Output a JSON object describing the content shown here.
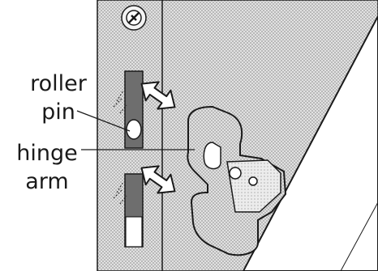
{
  "labels": {
    "roller_pin": [
      "roller",
      "pin"
    ],
    "hinge_arm": [
      "hinge",
      "arm"
    ]
  },
  "colors": {
    "outline": "#1a1a1a",
    "stipple": "#bdbdbd",
    "slot": "#6e6e6e",
    "background": "#ffffff"
  }
}
